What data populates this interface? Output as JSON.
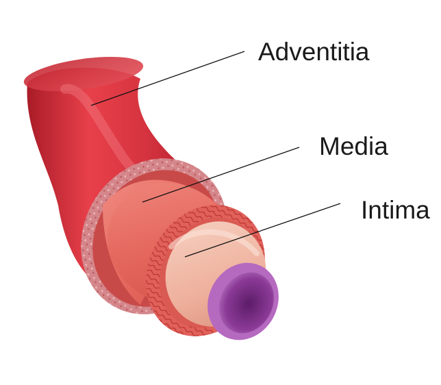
{
  "labels": {
    "adventitia": "Adventitia",
    "media": "Media",
    "intima": "Intima"
  },
  "colors": {
    "adventitia": "#d8303c",
    "adventitia_dark": "#b41f2a",
    "adventitia_ring": "#d98a8c",
    "media": "#e86a60",
    "media_fiber": "#c83a34",
    "intima": "#f0b9a6",
    "lumen_rim": "#a25ab0",
    "lumen": "#8a3a94",
    "leader_line": "#111111"
  }
}
